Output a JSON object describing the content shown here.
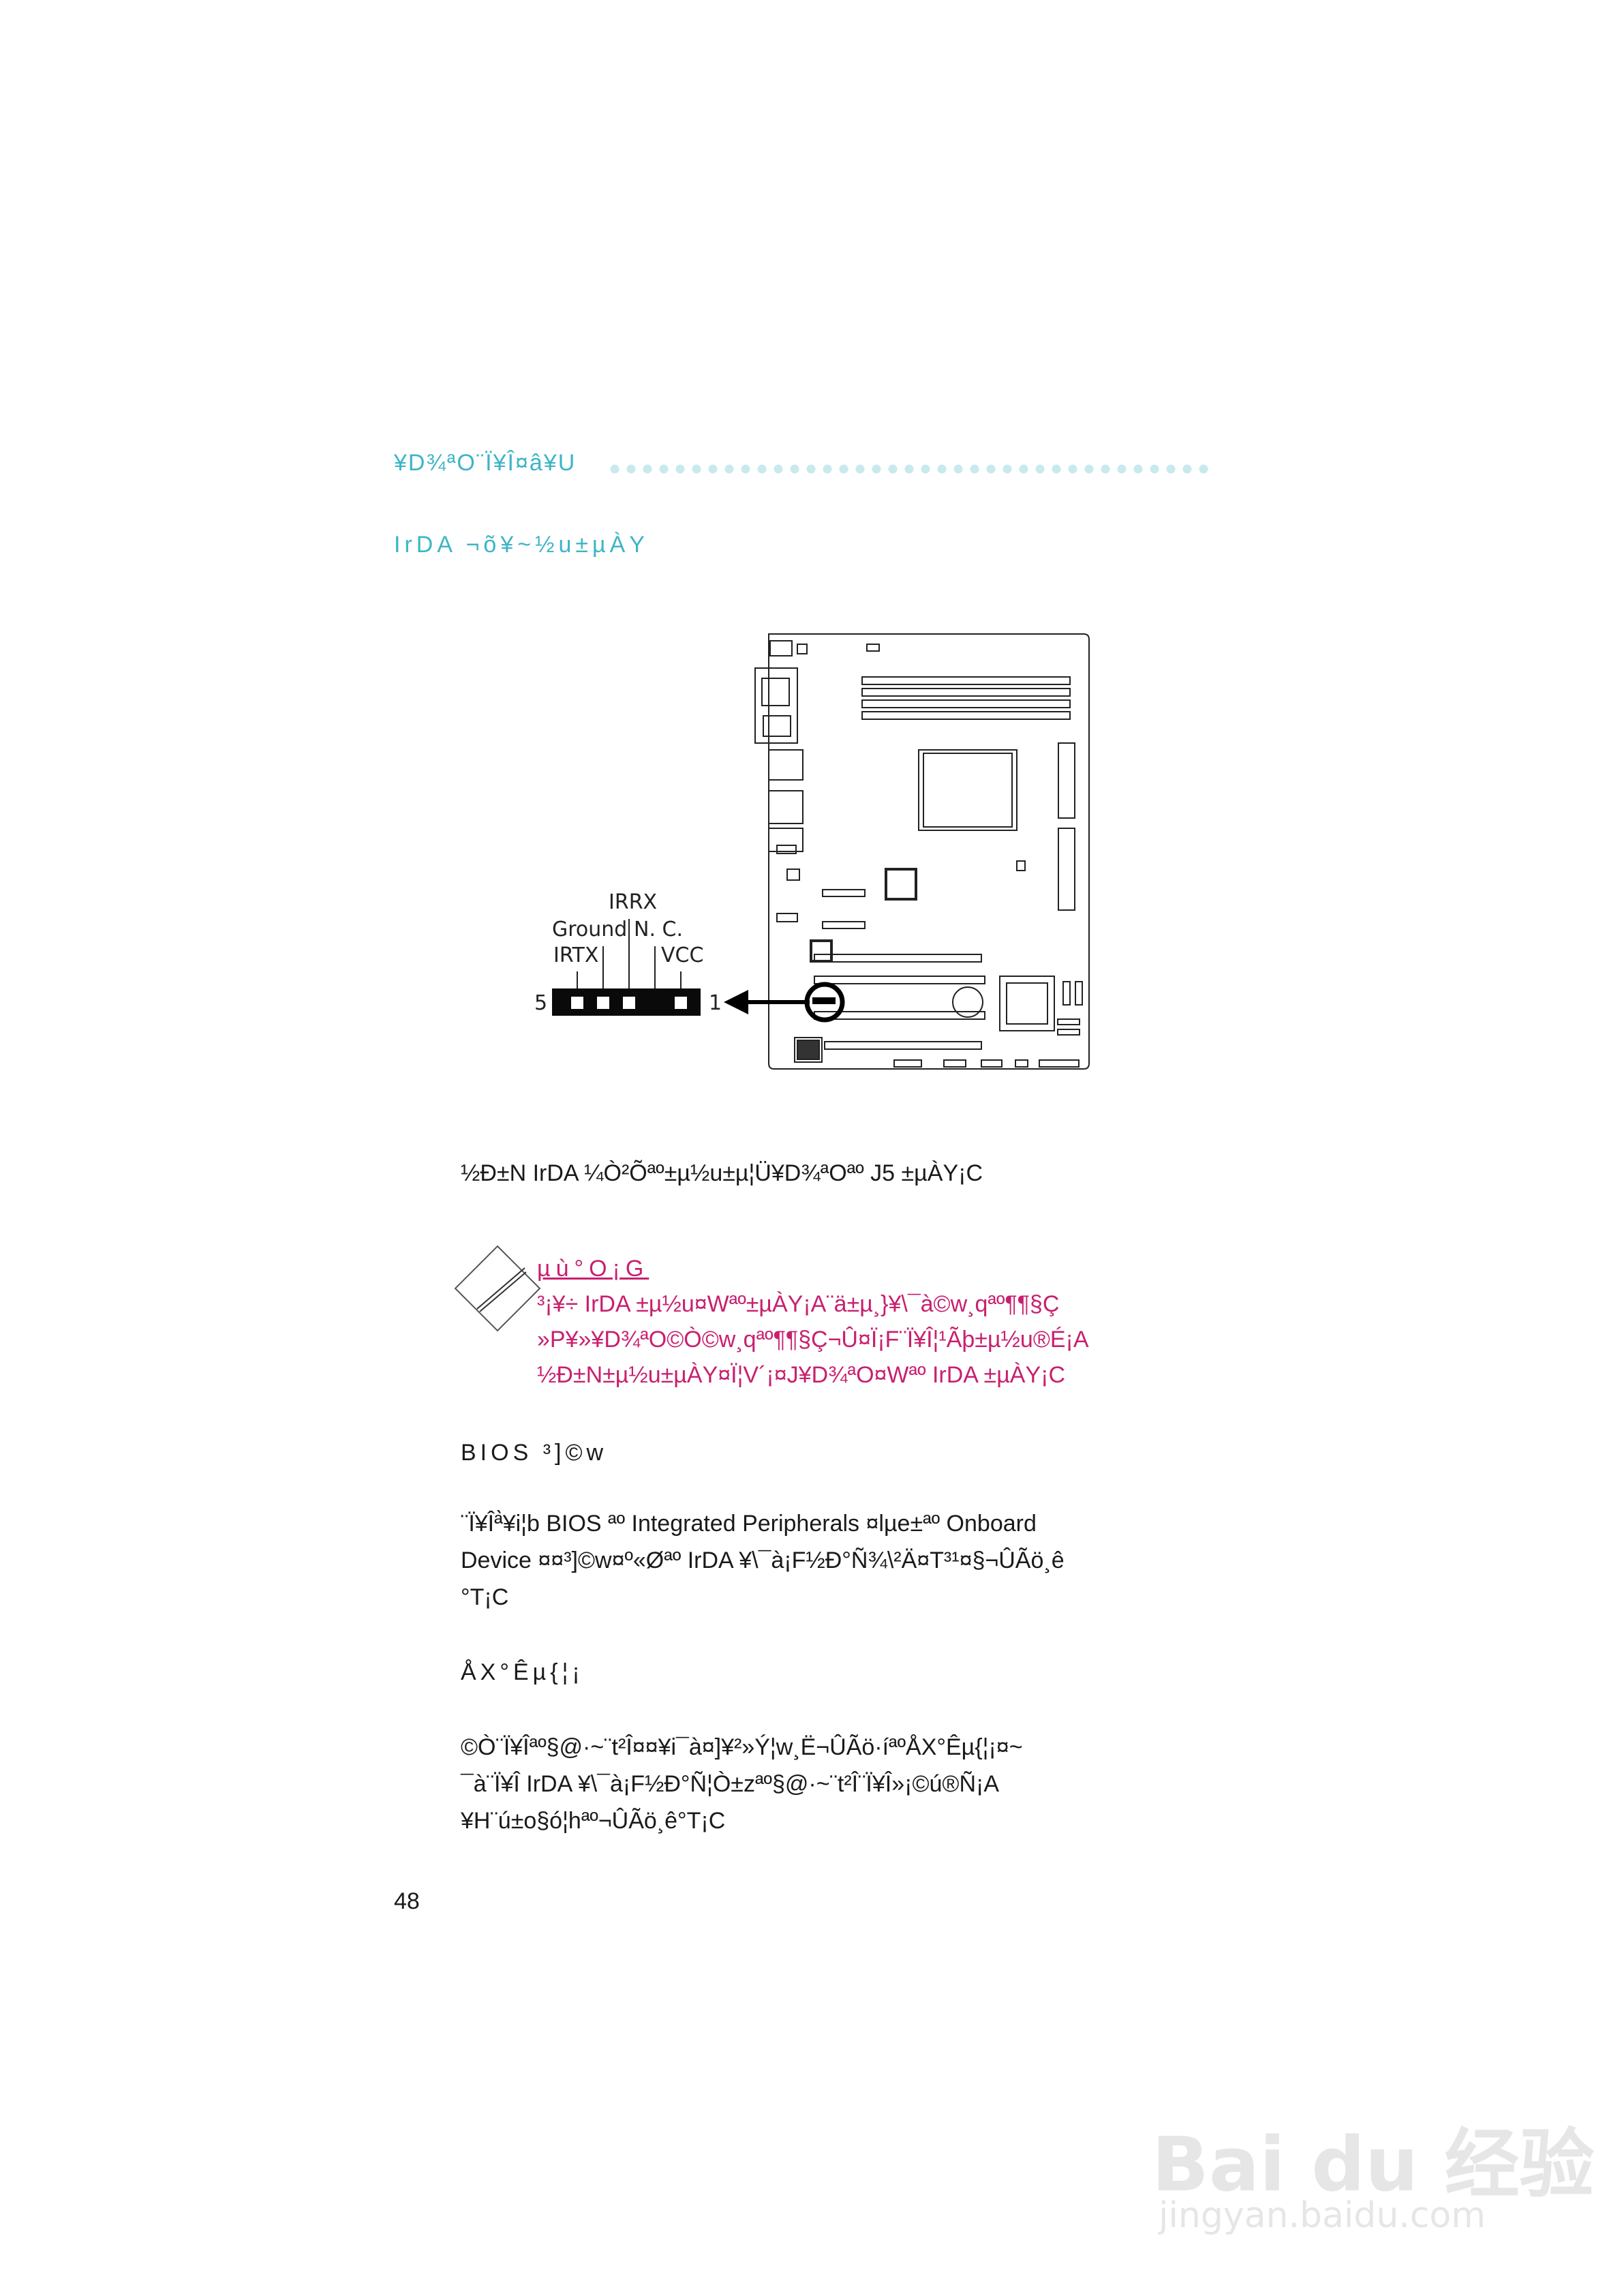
{
  "header": {
    "section_title": "¥D¾ªO¨Ï¥Î¤â¥U",
    "subsection_title": "IrDA ¬õ¥~½u±µÀY"
  },
  "diagram": {
    "pin_labels": {
      "irrx": "IRRX",
      "ground": "Ground",
      "nc": "N. C.",
      "irtx": "IRTX",
      "vcc": "VCC"
    },
    "pin_left_number": "5",
    "pin_right_number": "1"
  },
  "body": {
    "intro": "½Ð±N IrDA ¼Ò²Õªº±µ½u±µ¦Ü¥D¾ªOªº J5 ±µÀY¡C",
    "note": {
      "heading": "µù°O¡G",
      "lines": [
        "³¡¥÷ IrDA ±µ½u¤Wªº±µÀY¡A¨ä±µ¸}¥\\¯à©w¸qªº¶¶§Ç",
        "»P¥»¥D¾ªO©Ò©w¸qªº¶¶§Ç¬Û¤Ï¡F¨Ï¥Î¦¹Ãþ±µ½u®É¡A",
        "½Ð±N±µ½u±µÀY¤Ï¦V´¡¤J¥D¾ªO¤Wªº IrDA ±µÀY¡C"
      ]
    },
    "bios_heading": "BIOS ³]©w",
    "bios_lines": [
      "¨Ï¥Îª̀¥i¦b BIOS ªº Integrated Peripherals ¤lµe­±ªº Onboard",
      "Device ¤¤³]©w¤º«Øªº IrDA ¥\\¯à¡F½Ð°Ñ¾\\²Ä¤T³¹¤§¬ÛÃö¸ê",
      "°T¡C"
    ],
    "driver_heading": "ÅX°Êµ{¦¡",
    "driver_lines": [
      "©Ò¨Ï¥Îªº§@·~¨t²Î¤¤¥i¯à¤]¥²»Ý¦w¸Ë¬ÛÃö·íªºÅX°Êµ{¦¡¤~",
      "¯à¨Ï¥Î IrDA ¥\\¯à¡F½Ð°Ñ¦Ò±zªº§@·~¨t²Î¨Ï¥Î»¡©ú®Ñ¡A",
      "¥H¨ú±o§ó¦hªº¬ÛÃö¸ê°T¡C"
    ]
  },
  "footer": {
    "page_number": "48"
  },
  "watermark": {
    "brand": "Bai du 经验",
    "url": "jingyan.baidu.com"
  },
  "colors": {
    "accent_cyan": "#3db5c6",
    "note_magenta": "#c8206f"
  }
}
